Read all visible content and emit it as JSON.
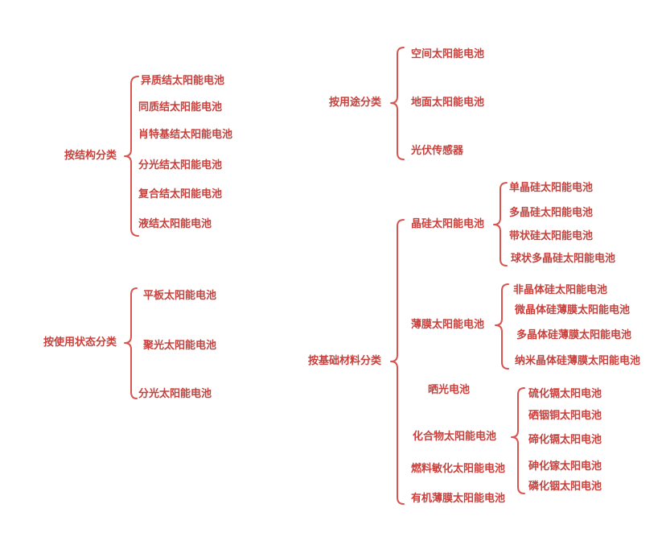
{
  "structure": {
    "title": "按结构分类",
    "items": [
      "异质结太阳能电池",
      "同质结太阳能电池",
      "肖特基结太阳能电池",
      "分光结太阳能电池",
      "复合结太阳能电池",
      "液结太阳能电池"
    ]
  },
  "usage_state": {
    "title": "按使用状态分类",
    "items": [
      "平板太阳能电池",
      "聚光太阳能电池",
      "分光太阳能电池"
    ]
  },
  "purpose": {
    "title": "按用途分类",
    "items": [
      "空间太阳能电池",
      "地面太阳能电池",
      "光伏传感器"
    ]
  },
  "material": {
    "title": "按基础材料分类",
    "crystalline": {
      "label": "晶硅太阳能电池",
      "items": [
        "单晶硅太阳能电池",
        "多晶硅太阳能电池",
        "带状硅太阳能电池",
        "球状多晶硅太阳能电池"
      ]
    },
    "thin_film": {
      "label": "薄膜太阳能电池",
      "items": [
        "非晶体硅太阳能电池",
        "微晶体硅薄膜太阳能电池",
        "多晶体硅薄膜太阳能电池",
        "纳米晶体硅薄膜太阳能电池"
      ]
    },
    "sunlight": {
      "label": "晒光电池"
    },
    "compound": {
      "label": "化合物太阳能电池",
      "items": [
        "硫化镉太阳电池",
        "硒铟铜太阳电池",
        "碲化镉太阳电池",
        "砷化镓太阳电池",
        "磷化铟太阳电池"
      ]
    },
    "dye": {
      "label": "燃料敏化太阳能电池"
    },
    "organic": {
      "label": "有机薄膜太阳能电池"
    }
  },
  "colors": {
    "text": "#c9403c",
    "line": "#d9534f"
  }
}
